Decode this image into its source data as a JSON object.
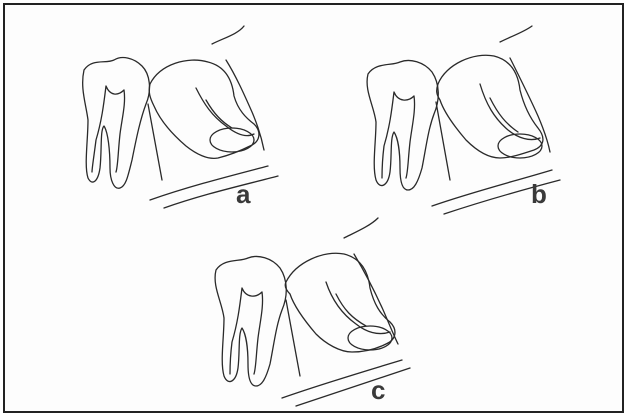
{
  "panels": [
    {
      "id": "a",
      "label": "a"
    },
    {
      "id": "b",
      "label": "b"
    },
    {
      "id": "c",
      "label": "c"
    }
  ]
}
